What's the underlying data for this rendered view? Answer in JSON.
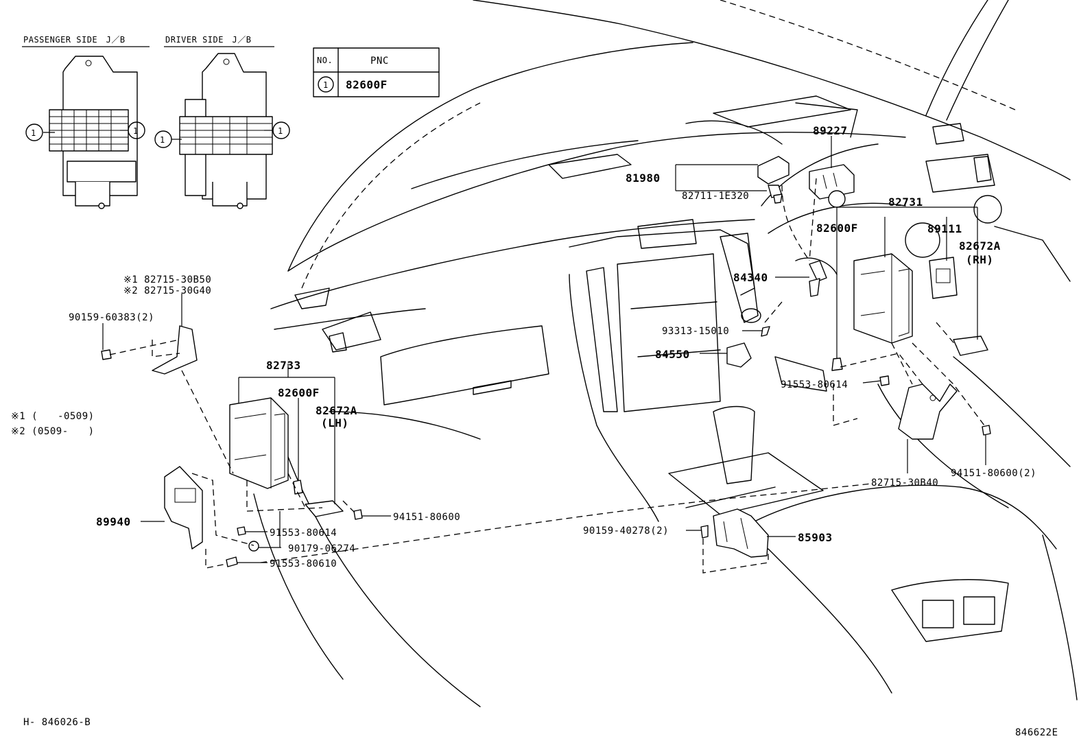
{
  "headers": {
    "passenger_side": "PASSENGER SIDE　J／B",
    "driver_side": "DRIVER SIDE　J／B"
  },
  "pnc_table": {
    "col_no": "NO.",
    "col_pnc": "PNC",
    "row_no": "1",
    "row_pnc": "82600F"
  },
  "callout_marker": "1",
  "notes": {
    "note1": "※1 (　　-0509)",
    "note2": "※2 (0509-　　)"
  },
  "labels": {
    "p81980": "81980",
    "p82711": "82711-1E320",
    "p89227": "89227",
    "p82731": "82731",
    "p82600F_rh": "82600F",
    "p89111": "89111",
    "p82672A_rh": "82672A",
    "rh": "(RH)",
    "p84340": "84340",
    "p93313": "93313-15010",
    "p84550": "84550",
    "p91553_rh": "91553-80614",
    "p82715_30B40": "82715-30B40",
    "p94151_2": "94151-80600(2)",
    "p82715_30B50": "※1 82715-30B50",
    "p82715_30G40": "※2 82715-30G40",
    "p90159_60383": "90159-60383(2)",
    "p82733": "82733",
    "p82600F_lh": "82600F",
    "p82672A_lh": "82672A",
    "lh": "(LH)",
    "p89940": "89940",
    "p94151": "94151-80600",
    "p91553_80614": "91553-80614",
    "p90179": "90179-06274",
    "p91553_80610": "91553-80610",
    "p90159_40278": "90159-40278(2)",
    "p85903": "85903"
  },
  "footer": {
    "left_code": "H- 846026-B",
    "right_code": "846622E"
  }
}
